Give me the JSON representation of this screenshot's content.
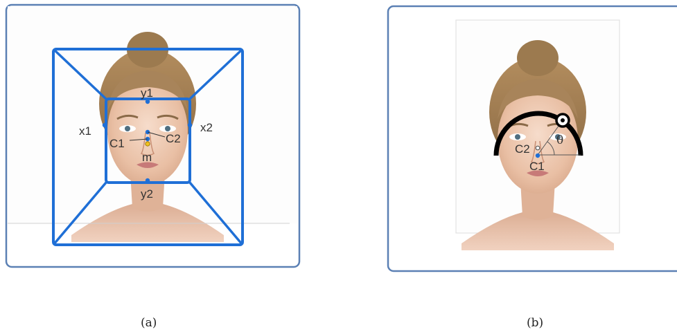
{
  "panel_a": {
    "caption": "(a)",
    "labels": {
      "y1": "y1",
      "x1": "x1",
      "x2": "x2",
      "c1": "C1",
      "c2": "C2",
      "m": "m",
      "y2": "y2"
    },
    "image": "face-photo"
  },
  "panel_b": {
    "caption": "(b)",
    "labels": {
      "c2": "C2",
      "c1": "C1",
      "theta": "θ"
    },
    "image": "face-photo"
  },
  "colors": {
    "frame": "#5b80b4",
    "box": "#1f6fd6",
    "point": "#1f6fd6",
    "point_m": "#f0c020",
    "arc": "#000000"
  }
}
